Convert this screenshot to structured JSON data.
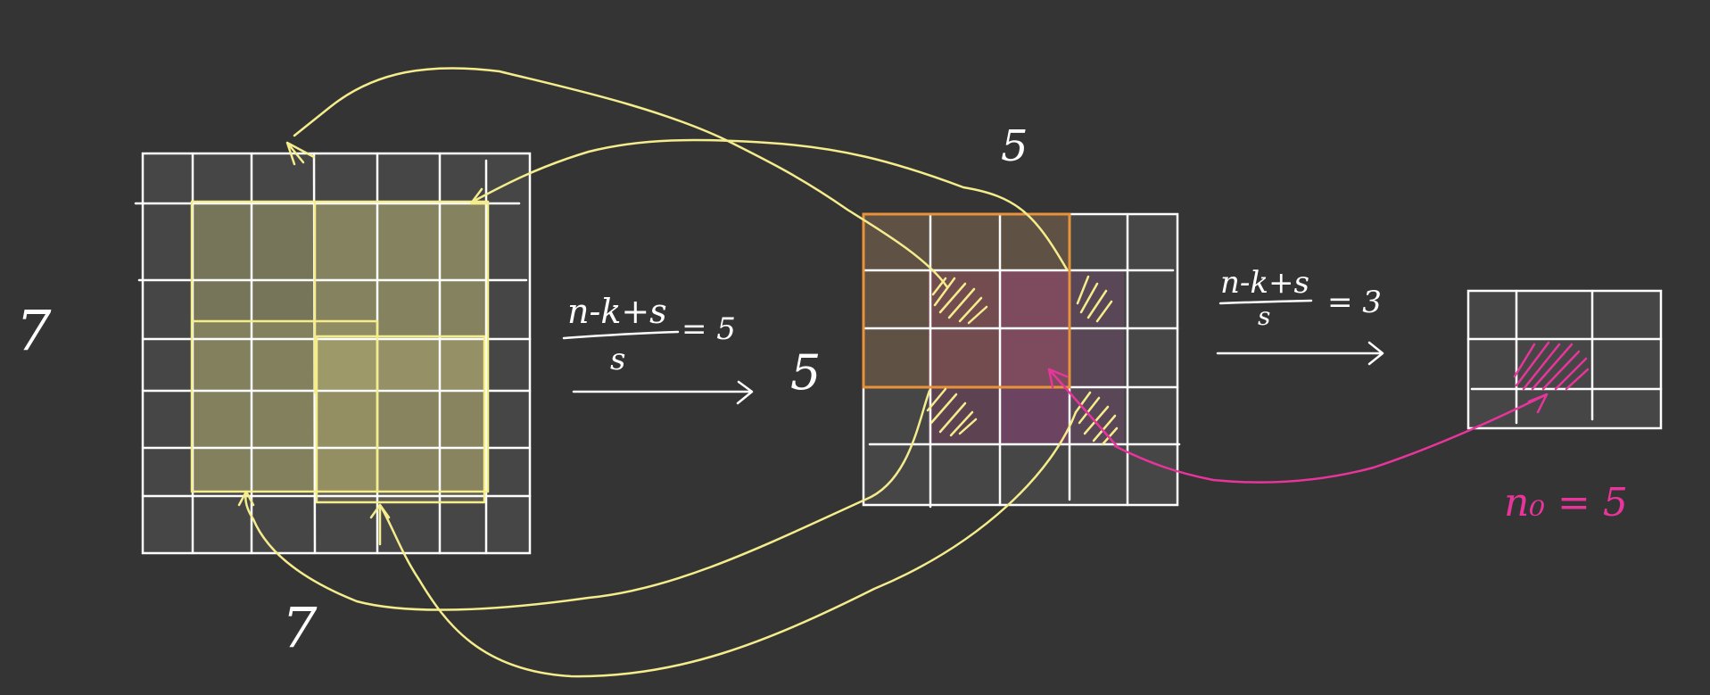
{
  "labels": {
    "input_rows": "7",
    "input_cols": "7",
    "formula1_num": "n-k+s",
    "formula1_den": "s",
    "formula1_result": "= 5",
    "mid_rows": "5",
    "mid_cols": "5",
    "formula2_num": "n-k+s",
    "formula2_den": "s",
    "formula2_result": "= 3",
    "output_size": "n₀ = 5"
  },
  "colors": {
    "background": "#343434",
    "cell": "#464646",
    "grid": "#ffffff",
    "yellow": "#f5ec8c",
    "orange": "#e8923a",
    "pink": "#e8359b"
  },
  "grids": {
    "input": {
      "rows": 7,
      "cols": 7
    },
    "middle": {
      "rows": 5,
      "cols": 5
    },
    "output": {
      "rows": 3,
      "cols": 3
    }
  }
}
